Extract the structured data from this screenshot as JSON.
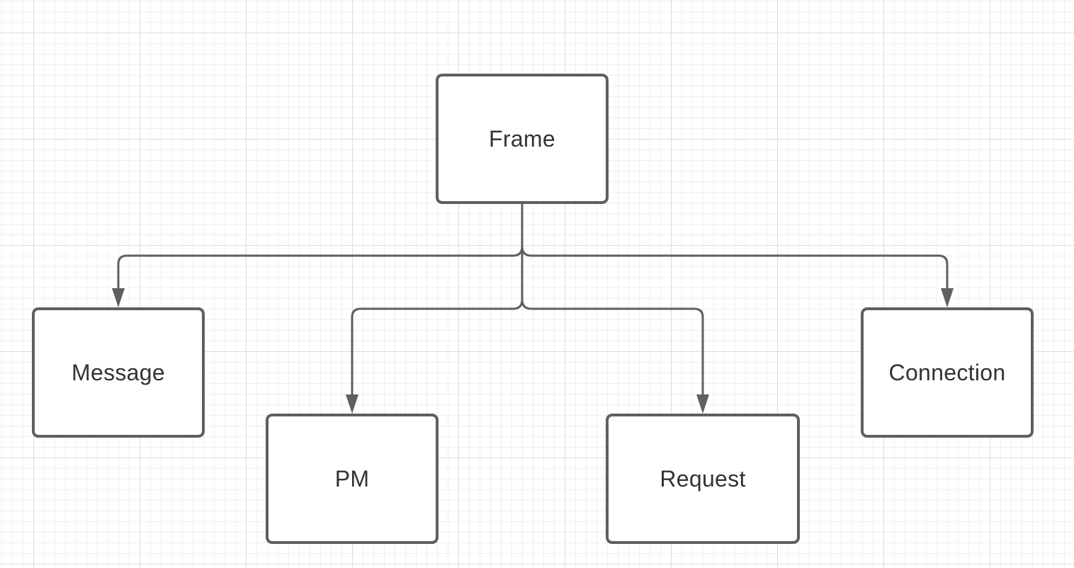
{
  "diagram": {
    "colors": {
      "stroke": "#5f5f5f",
      "text": "#333333",
      "grid_major": "#dcdcdc",
      "grid_minor": "#efefef"
    },
    "nodes": {
      "frame": "Frame",
      "message": "Message",
      "pm": "PM",
      "request": "Request",
      "connection": "Connection"
    },
    "edges": [
      {
        "from": "frame",
        "to": "message"
      },
      {
        "from": "frame",
        "to": "pm"
      },
      {
        "from": "frame",
        "to": "request"
      },
      {
        "from": "frame",
        "to": "connection"
      }
    ]
  }
}
